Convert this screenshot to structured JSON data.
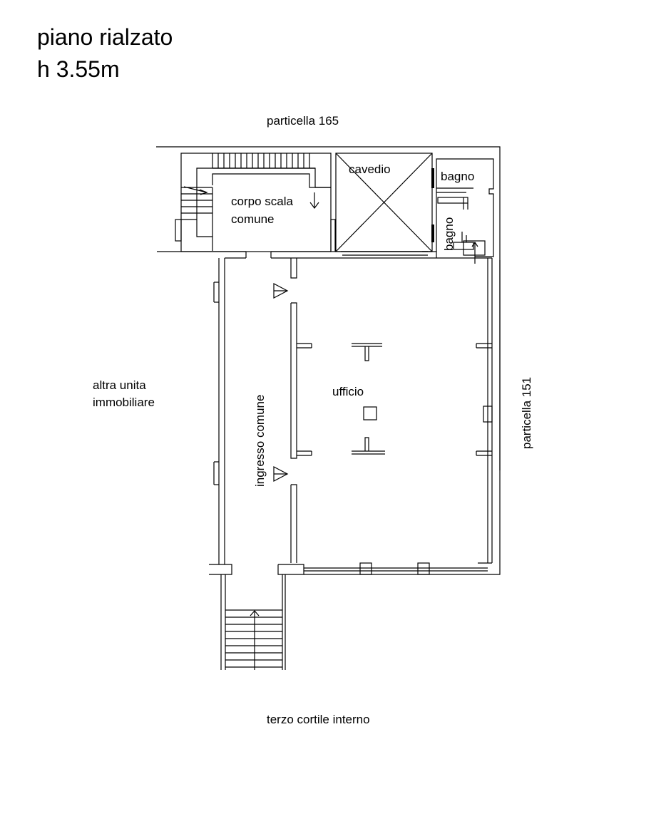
{
  "header": {
    "title": "piano rialzato",
    "height_note": "h 3.55m"
  },
  "labels": {
    "north": "particella 165",
    "east": "particella 151",
    "west_line1": "altra unita",
    "west_line2": "immobiliare",
    "south": "terzo cortile interno"
  },
  "rooms": {
    "stair_line1": "corpo scala",
    "stair_line2": "comune",
    "cavedio": "cavedio",
    "bagno_1": "bagno",
    "bagno_2": "bagno",
    "ufficio": "ufficio",
    "ingresso": "ingresso comune"
  }
}
